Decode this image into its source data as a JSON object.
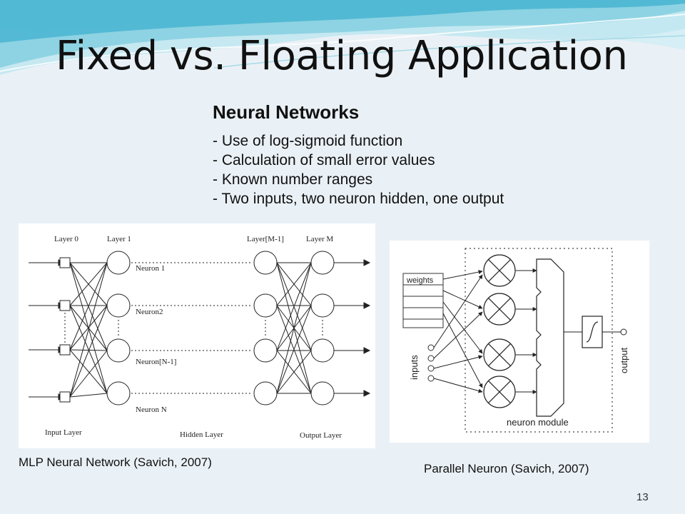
{
  "slide": {
    "title": "Fixed vs. Floating Application",
    "heading": "Neural Networks",
    "bullets": [
      "- Use of log-sigmoid function",
      "- Calculation of small error values",
      "- Known number ranges",
      "- Two inputs, two neuron hidden, one output"
    ],
    "page_number": "13"
  },
  "mlp_figure": {
    "caption": "MLP Neural Network (Savich, 2007)",
    "layer0": "Layer 0",
    "layer1": "Layer 1",
    "layer_m1": "Layer[M-1]",
    "layer_m": "Layer M",
    "neuron1": "Neuron 1",
    "neuron2": "Neuron2",
    "neuron_n1": "Neuron[N-1]",
    "neuron_n": "Neuron N",
    "input_layer": "Input Layer",
    "hidden_layer": "Hidden Layer",
    "output_layer": "Output Layer"
  },
  "pn_figure": {
    "caption": "Parallel Neuron (Savich, 2007)",
    "weights": "weights",
    "inputs": "inputs",
    "output": "output",
    "module": "neuron module"
  },
  "colors": {
    "wave_light": "#bfe6f0",
    "wave_mid": "#7fcde0",
    "wave_dark": "#3fb0cf"
  }
}
